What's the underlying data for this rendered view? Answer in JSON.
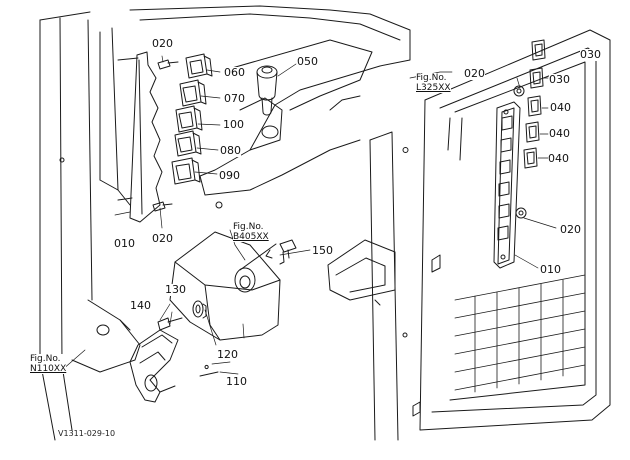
{
  "part_labels": {
    "p010_left": "010",
    "p010_right": "010",
    "p020_top_left": "020",
    "p020_bottom_left": "020",
    "p020_top_right": "020",
    "p020_bottom_right": "020",
    "p030_a": "030",
    "p030_b": "030",
    "p040_a": "040",
    "p040_b": "040",
    "p040_c": "040",
    "p050": "050",
    "p060": "060",
    "p070": "070",
    "p080": "080",
    "p090": "090",
    "p100": "100",
    "p110": "110",
    "p120": "120",
    "p130": "130",
    "p140": "140",
    "p150": "150"
  },
  "figure_refs": {
    "l325": {
      "prefix": "Fig.No.",
      "code": "L325XX"
    },
    "b405": {
      "prefix": "Fig.No.",
      "code": "B405XX"
    },
    "n110": {
      "prefix": "Fig.No.",
      "code": "N110XX"
    }
  },
  "document_id": "V1311-029-10"
}
